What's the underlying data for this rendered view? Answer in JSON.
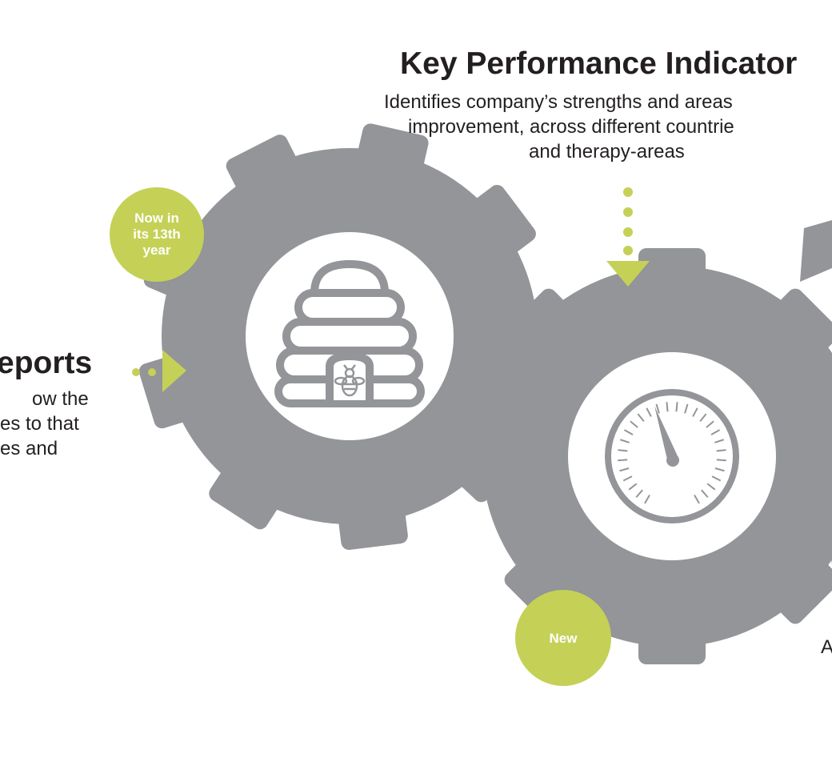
{
  "kpi": {
    "title": "Key Performance Indicator",
    "description": [
      "Identifies company’s strengths and areas",
      "improvement, across different countrie",
      "and therapy-areas"
    ]
  },
  "reports": {
    "title": "eports",
    "description": [
      "ow the",
      "es to that",
      "es and"
    ]
  },
  "badges": {
    "hive": [
      "Now in",
      "its 13th",
      "year"
    ],
    "gauge": "New"
  },
  "edge_text": "A",
  "colors": {
    "gear": "#939598",
    "accent": "#c4d156",
    "text": "#231f20",
    "background": "#ffffff"
  },
  "icons": [
    "beehive-icon",
    "bee-icon",
    "gauge-icon"
  ]
}
